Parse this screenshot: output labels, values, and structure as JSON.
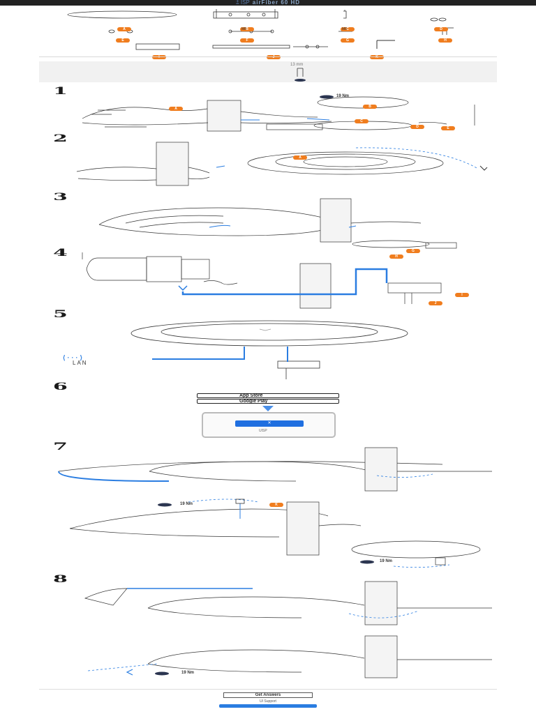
{
  "header": {
    "logo": "⩲ ISP",
    "title": "airFiber 60 HD"
  },
  "parts": [
    {
      "badge": "A"
    },
    {
      "badge": "B"
    },
    {
      "badge": "C"
    },
    {
      "badge": "D"
    },
    {
      "badge": "E"
    },
    {
      "badge": "F"
    },
    {
      "badge": "G"
    },
    {
      "badge": "H"
    },
    {
      "badge": "I"
    },
    {
      "badge": "J"
    },
    {
      "badge": "K"
    }
  ],
  "part_labels": {
    "f_label": "M8",
    "g_label": "M8"
  },
  "torque_bar": {
    "tool": "13 mm"
  },
  "steps": [
    "1",
    "2",
    "3",
    "4",
    "5",
    "6",
    "7",
    "8"
  ],
  "torque": {
    "value": "19 Nm"
  },
  "step1": {
    "badge_a": "A",
    "badge_b": "B",
    "badge_c": "C",
    "badge_d": "D",
    "badge_e": "E"
  },
  "step2": {
    "badge": "A"
  },
  "step3": {
    "badge_1": "G",
    "badge_2": "H"
  },
  "step4": {
    "badge_1": "I",
    "badge_2": "J"
  },
  "lan": {
    "arrows": "⟨···⟩",
    "label": "LAN"
  },
  "step6": {
    "app_store": "App Store",
    "google_play": "Google Play",
    "app_name": "UISP"
  },
  "step7": {
    "badge": "K"
  },
  "footer": {
    "button": "Get Answers",
    "sub": "UI Support"
  },
  "colors": {
    "accent": "#f07d1e",
    "blue": "#2a7de1",
    "header_bg": "#222222"
  }
}
